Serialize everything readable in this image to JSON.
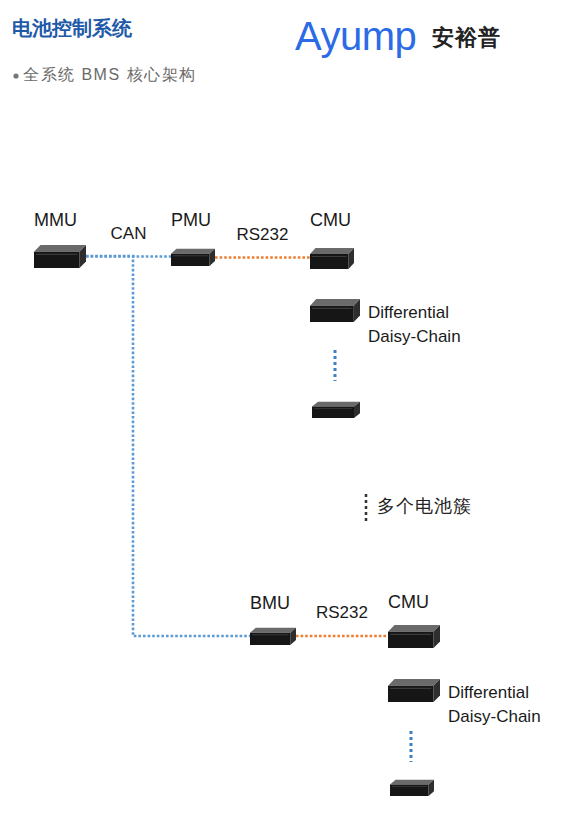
{
  "diagram": {
    "title": "电池控制系统",
    "nodes": [
      {
        "text": [
          "MMU"
        ]
      },
      {
        "text": [
          "PMU"
        ]
      },
      {
        "text": [
          "CMU"
        ]
      },
      {
        "text": [
          "Differential Daisy-Chain"
        ]
      },
      {
        "text": [
          "BMU"
        ]
      },
      {
        "text": [
          "CMU"
        ]
      },
      {
        "text": [
          "Differential Daisy-Chain"
        ]
      }
    ],
    "edges": [
      {
        "from": 0,
        "to": 1,
        "label": "CAN",
        "arrow": "none"
      },
      {
        "from": 0,
        "to": 4,
        "arrow": "none"
      },
      {
        "from": 1,
        "to": 2,
        "label": "RS232",
        "arrow": "none"
      },
      {
        "from": 4,
        "to": 5,
        "label": "RS232",
        "arrow": "none"
      }
    ],
    "labels": [
      "Ayump",
      "安裕普",
      "全系统 BMS 核心架构",
      "多个电池簇"
    ]
  }
}
